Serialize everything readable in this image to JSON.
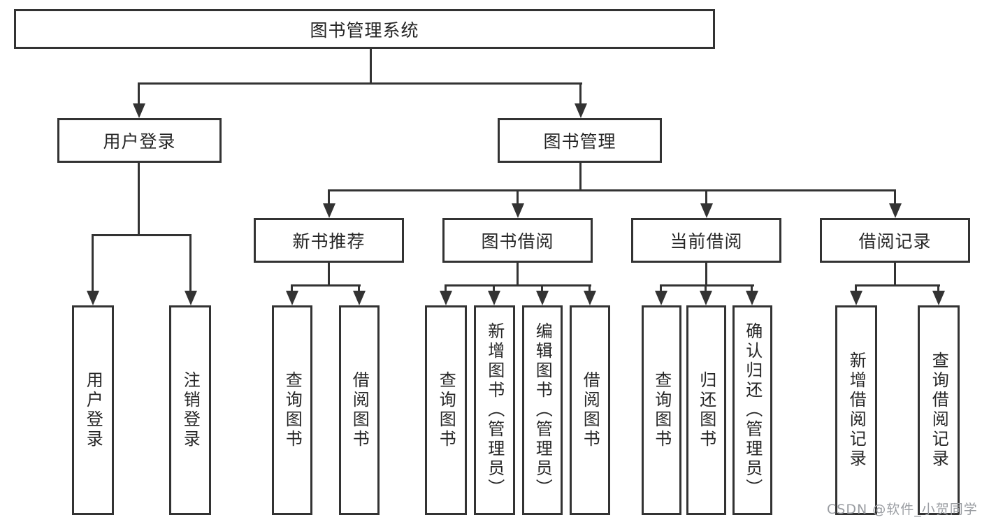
{
  "root": {
    "label": "图书管理系统"
  },
  "user_login": {
    "label": "用户登录",
    "children": [
      {
        "label": "用户登录"
      },
      {
        "label": "注销登录"
      }
    ]
  },
  "book_management": {
    "label": "图书管理",
    "groups": [
      {
        "label": "新书推荐",
        "children": [
          {
            "label": "查询图书"
          },
          {
            "label": "借阅图书"
          }
        ]
      },
      {
        "label": "图书借阅",
        "children": [
          {
            "label": "查询图书"
          },
          {
            "label": "新增图书（管理员）"
          },
          {
            "label": "编辑图书（管理员）"
          },
          {
            "label": "借阅图书"
          }
        ]
      },
      {
        "label": "当前借阅",
        "children": [
          {
            "label": "查询图书"
          },
          {
            "label": "归还图书"
          },
          {
            "label": "确认归还（管理员）"
          }
        ]
      },
      {
        "label": "借阅记录",
        "children": [
          {
            "label": "新增借阅记录"
          },
          {
            "label": "查询借阅记录"
          }
        ]
      }
    ]
  },
  "watermark": "CSDN @软件_小贺同学",
  "colors": {
    "line": "#333333",
    "text": "#262626",
    "watermark": "#9a9da2",
    "background": "#ffffff"
  }
}
